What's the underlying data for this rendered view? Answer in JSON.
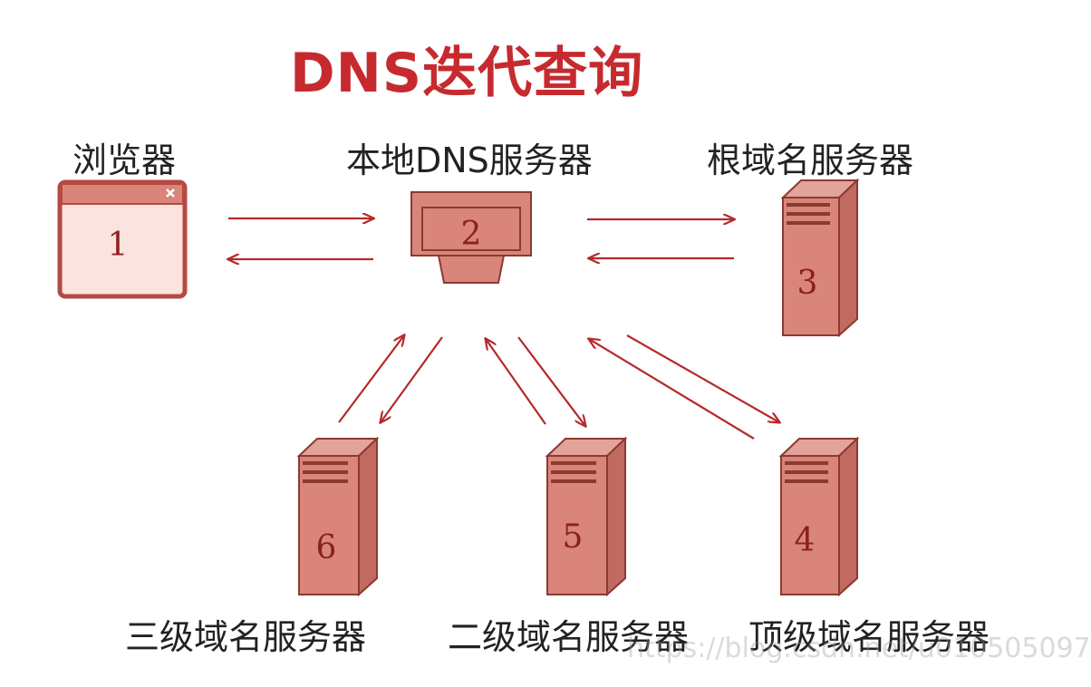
{
  "title": "DNS迭代查询",
  "nodes": {
    "browser": {
      "label": "浏览器",
      "number": "1"
    },
    "local_dns": {
      "label": "本地DNS服务器",
      "number": "2"
    },
    "root_dns": {
      "label": "根域名服务器",
      "number": "3"
    },
    "tld_dns": {
      "label": "顶级域名服务器",
      "number": "4"
    },
    "second_level_dns": {
      "label": "二级域名服务器",
      "number": "5"
    },
    "third_level_dns": {
      "label": "三级域名服务器",
      "number": "6"
    }
  },
  "watermark": "https://blog.csdn.net/u010505097",
  "colors": {
    "accent": "#c62a2f",
    "arrow": "#b52a2a",
    "node_fill": "#d9857a",
    "node_dark": "#c06a60",
    "node_stroke": "#8b3a32",
    "browser_fill": "#fbe3df"
  }
}
